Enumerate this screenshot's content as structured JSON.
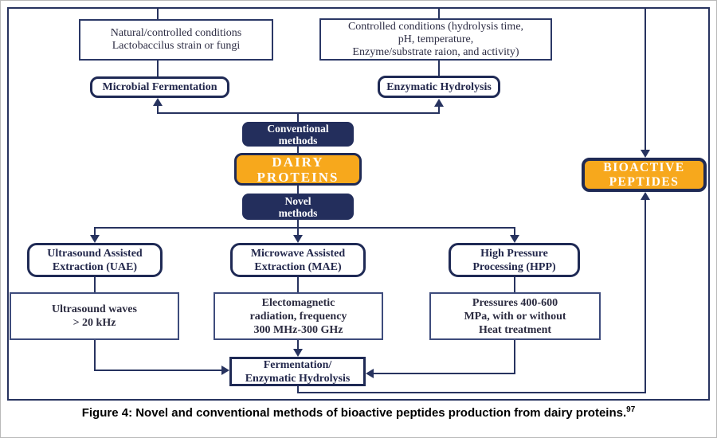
{
  "colors": {
    "navy_fill": "#232e5c",
    "navy_border": "#1f2a55",
    "connector_navy": "#27335f",
    "accent_gold": "#f7a81c",
    "box_text": "#2d2d44",
    "white_text": "#ffffff"
  },
  "nodes": {
    "cond_left": {
      "lines": [
        "Natural/controlled conditions",
        "Lactobaccilus strain or fungi"
      ]
    },
    "cond_right": {
      "lines": [
        "Controlled conditions (hydrolysis time,",
        "pH, temperature,",
        "Enzyme/substrate raion, and activity)"
      ]
    },
    "microbial_fermentation": {
      "label": "Microbial Fermentation"
    },
    "enzymatic_hydrolysis": {
      "label": "Enzymatic Hydrolysis"
    },
    "conventional_methods": {
      "lines": [
        "Conventional",
        "methods"
      ]
    },
    "dairy_proteins": {
      "lines": [
        "DAIRY",
        "PROTEINS"
      ]
    },
    "novel_methods": {
      "lines": [
        "Novel",
        "methods"
      ]
    },
    "bioactive_peptides": {
      "lines": [
        "BIOACTIVE",
        "PEPTIDES"
      ]
    },
    "uae": {
      "lines": [
        "Ultrasound Assisted",
        "Extraction (UAE)"
      ]
    },
    "mae": {
      "lines": [
        "Microwave Assisted",
        "Extraction (MAE)"
      ]
    },
    "hpp": {
      "lines": [
        "High Pressure",
        "Processing (HPP)"
      ]
    },
    "uae_detail": {
      "lines": [
        "Ultrasound waves",
        "> 20 kHz"
      ]
    },
    "mae_detail": {
      "lines": [
        "Electomagnetic",
        "radiation, frequency",
        "300 MHz-300 GHz"
      ]
    },
    "hpp_detail": {
      "lines": [
        "Pressures 400-600",
        "MPa, with or without",
        "Heat treatment"
      ]
    },
    "fermentation": {
      "lines": [
        "Fermentation/",
        "Enzymatic Hydrolysis"
      ]
    }
  },
  "caption": {
    "text": "Figure 4: Novel and conventional methods of bioactive peptides production from dairy proteins.",
    "sup": "97"
  }
}
